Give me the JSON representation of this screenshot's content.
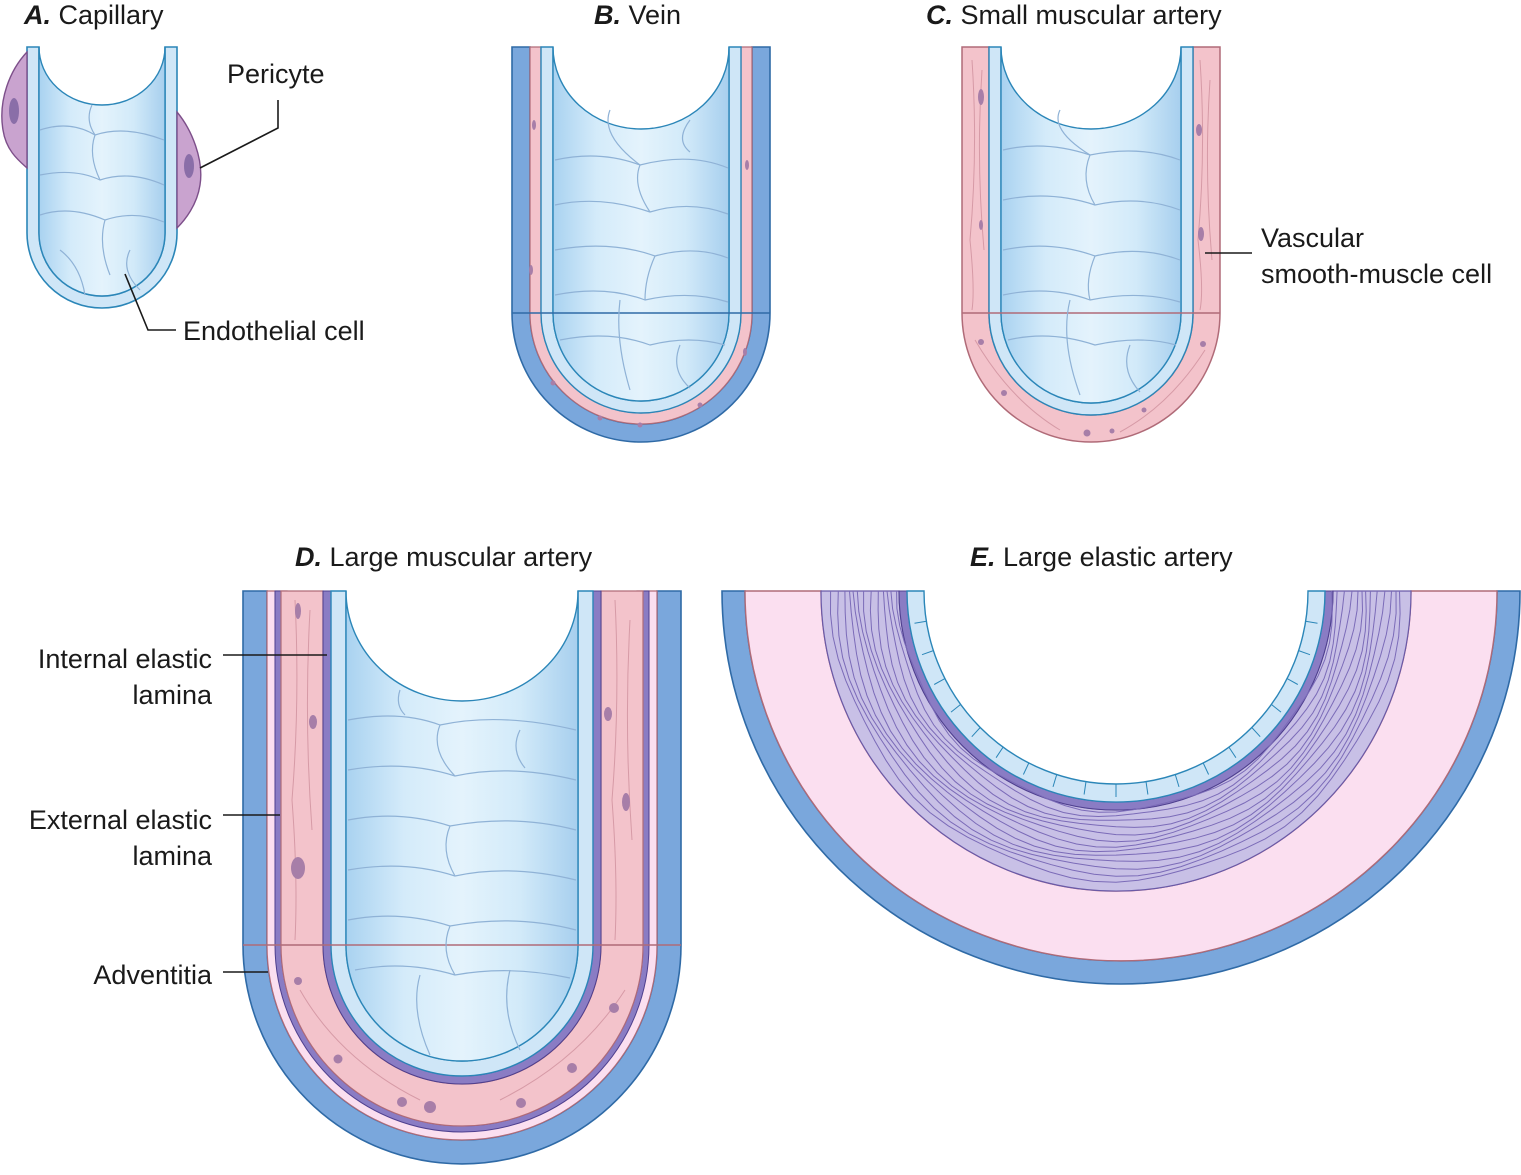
{
  "panels": {
    "a": {
      "letter": "A.",
      "name": "Capillary"
    },
    "b": {
      "letter": "B.",
      "name": "Vein"
    },
    "c": {
      "letter": "C.",
      "name": "Small muscular artery"
    },
    "d": {
      "letter": "D.",
      "name": "Large muscular artery"
    },
    "e": {
      "letter": "E.",
      "name": "Large elastic artery"
    }
  },
  "labels": {
    "pericyte": "Pericyte",
    "endothelial_cell": "Endothelial cell",
    "smooth_muscle_line1": "Vascular",
    "smooth_muscle_line2": "smooth-muscle cell",
    "internal_lamina_line1": "Internal elastic",
    "internal_lamina_line2": "lamina",
    "external_lamina_line1": "External elastic",
    "external_lamina_line2": "lamina",
    "adventitia": "Adventitia"
  },
  "colors": {
    "endothelium_fill": "#cfe6f7",
    "endothelium_edge": "#2b86b8",
    "adventitia_blue": "#7aa7dc",
    "adventitia_edge": "#2f6aa6",
    "smooth_muscle_pink": "#f3c3cb",
    "muscle_edge": "#b06b78",
    "elastic_purple": "#b9b0dc",
    "lamina_purple": "#6a5aa8",
    "pale_pink": "#fbdff0",
    "pericyte_purple": "#c9a3cf",
    "nucleus": "#8a6ea8"
  }
}
